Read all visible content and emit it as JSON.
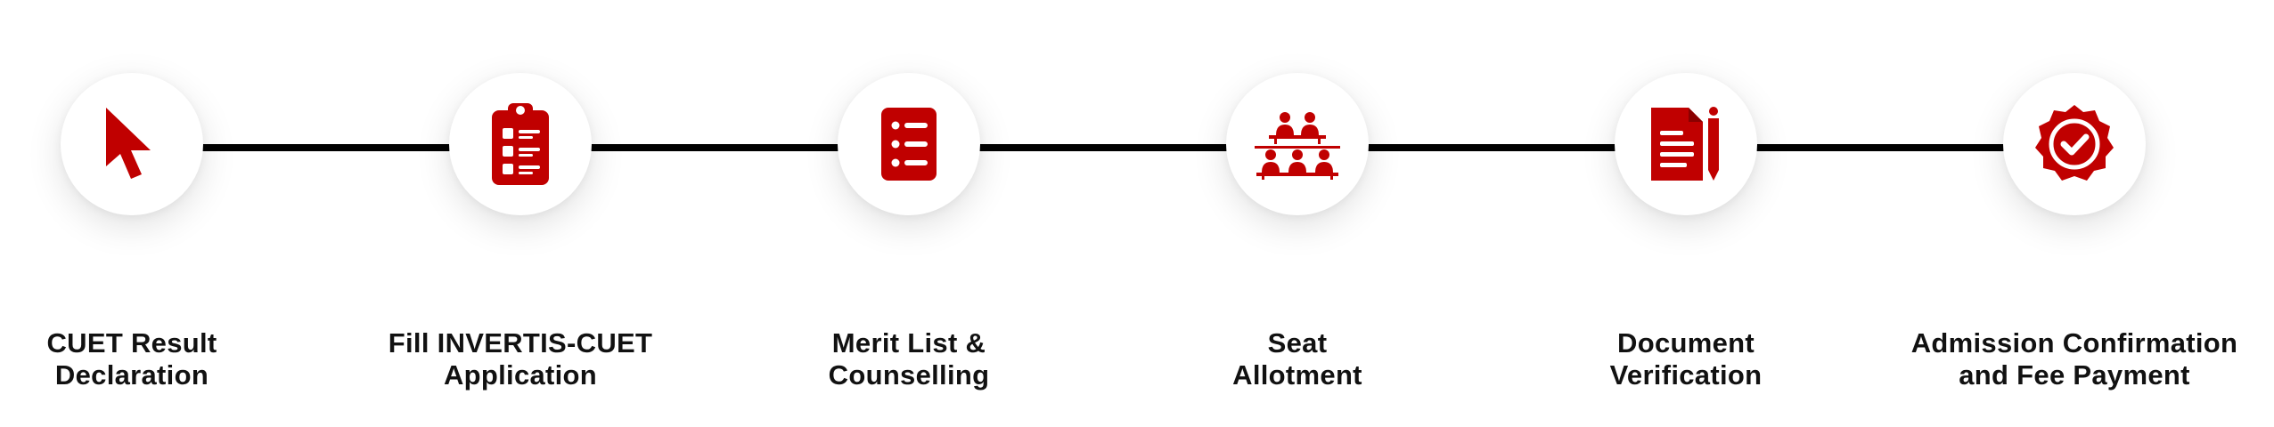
{
  "colors": {
    "accent": "#c00000",
    "line": "#000000",
    "text": "#111111"
  },
  "steps": [
    {
      "icon": "cursor-icon",
      "line1": "CUET Result",
      "line2": "Declaration"
    },
    {
      "icon": "clipboard-icon",
      "line1": "Fill INVERTIS-CUET",
      "line2": "Application"
    },
    {
      "icon": "list-icon",
      "line1": "Merit List &",
      "line2": "Counselling"
    },
    {
      "icon": "seating-icon",
      "line1": "Seat",
      "line2": "Allotment"
    },
    {
      "icon": "document-icon",
      "line1": "Document",
      "line2": "Verification"
    },
    {
      "icon": "badge-check-icon",
      "line1": "Admission Confirmation",
      "line2": "and Fee Payment"
    }
  ]
}
